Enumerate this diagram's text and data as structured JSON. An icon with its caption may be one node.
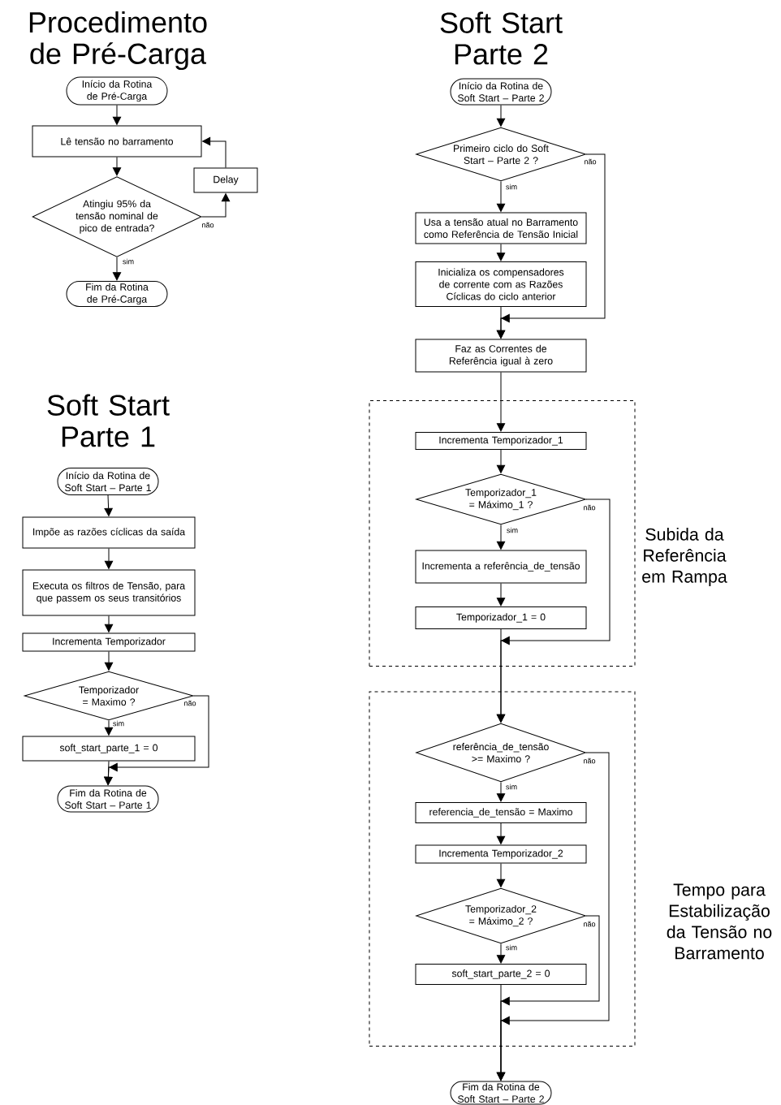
{
  "diagram": {
    "nodes": [
      {
        "text": [
          "Início da Rotina de Pré-Carga"
        ]
      },
      {
        "text": [
          "Lê tensão no barramento"
        ]
      },
      {
        "text": [
          "Delay"
        ]
      },
      {
        "text": [
          "Atingiu 95% da tensão nominal de pico de entrada?"
        ]
      },
      {
        "text": [
          "Fim da Rotina de Pré-Carga"
        ]
      },
      {
        "text": [
          "Início da Rotina de Soft Start – Parte 1"
        ]
      },
      {
        "text": [
          "Impõe as razões cíclicas da saída"
        ]
      },
      {
        "text": [
          "Executa os filtros de Tensão, para que passem os seus transitórios"
        ]
      },
      {
        "text": [
          "Incrementa Temporizador"
        ]
      },
      {
        "text": [
          "Temporizador = Maximo ?"
        ]
      },
      {
        "text": [
          "soft_start_parte_1 = 0"
        ]
      },
      {
        "text": [
          "Fim da Rotina de Soft Start – Parte 1"
        ]
      },
      {
        "text": [
          "Início da Rotina de Soft Start – Parte 2"
        ]
      },
      {
        "text": [
          "Primeiro ciclo do Soft Start – Parte 2 ?"
        ]
      },
      {
        "text": [
          "Usa a tensão atual no Barramento como Referência de Tensão Inicial"
        ]
      },
      {
        "text": [
          "Inicializa os compensadores de corrente com as Razões Cíclicas do ciclo anterior"
        ]
      },
      {
        "text": [
          "Faz as Correntes de Referência igual à zero"
        ]
      },
      {
        "text": [
          "Subida da Referência em Rampa"
        ]
      },
      {
        "text": [
          "Incrementa Temporizador_1"
        ],
        "in": 17
      },
      {
        "text": [
          "Temporizador_1 = Máximo_1 ?"
        ],
        "in": 17
      },
      {
        "text": [
          "Incrementa a referência_de_tensão"
        ],
        "in": 17
      },
      {
        "text": [
          "Temporizador_1 = 0"
        ],
        "in": 17
      },
      {
        "text": [
          "Tempo para Estabilização da Tensão no Barramento"
        ]
      },
      {
        "text": [
          "referência_de_tensão >= Maximo ?"
        ],
        "in": 22
      },
      {
        "text": [
          "referencia_de_tensão = Maximo"
        ],
        "in": 22
      },
      {
        "text": [
          "Incrementa Temporizador_2"
        ],
        "in": 22
      },
      {
        "text": [
          "Temporizador_2 = Máximo_2 ?"
        ],
        "in": 22
      },
      {
        "text": [
          "soft_start_parte_2 = 0"
        ],
        "in": 22
      },
      {
        "text": [
          "Fim da Rotina de Soft Start – Parte 2"
        ]
      }
    ],
    "edges": [
      {
        "from": 0,
        "to": 1,
        "arrow": "to"
      },
      {
        "from": 1,
        "to": 3,
        "arrow": "to"
      },
      {
        "from": 3,
        "to": 2,
        "arrow": "to",
        "label": "não"
      },
      {
        "from": 2,
        "to": 1,
        "arrow": "to"
      },
      {
        "from": 3,
        "to": 4,
        "arrow": "to",
        "label": "sim"
      },
      {
        "from": 5,
        "to": 6,
        "arrow": "to"
      },
      {
        "from": 6,
        "to": 7,
        "arrow": "to"
      },
      {
        "from": 7,
        "to": 8,
        "arrow": "to"
      },
      {
        "from": 8,
        "to": 9,
        "arrow": "to"
      },
      {
        "from": 9,
        "to": 10,
        "arrow": "to",
        "label": "sim"
      },
      {
        "from": 9,
        "to": 11,
        "arrow": "to",
        "label": "não"
      },
      {
        "from": 10,
        "to": 11,
        "arrow": "to"
      },
      {
        "from": 12,
        "to": 13,
        "arrow": "to"
      },
      {
        "from": 13,
        "to": 14,
        "arrow": "to",
        "label": "sim"
      },
      {
        "from": 14,
        "to": 15,
        "arrow": "to"
      },
      {
        "from": 13,
        "to": 16,
        "arrow": "to",
        "label": "não"
      },
      {
        "from": 15,
        "to": 16,
        "arrow": "to"
      },
      {
        "from": 16,
        "to": 18,
        "arrow": "to"
      },
      {
        "from": 18,
        "to": 19,
        "arrow": "to"
      },
      {
        "from": 19,
        "to": 20,
        "arrow": "to",
        "label": "sim"
      },
      {
        "from": 20,
        "to": 21,
        "arrow": "to"
      },
      {
        "from": 19,
        "to": 23,
        "arrow": "to",
        "label": "não"
      },
      {
        "from": 21,
        "to": 23,
        "arrow": "to"
      },
      {
        "from": 23,
        "to": 24,
        "arrow": "to",
        "label": "sim"
      },
      {
        "from": 24,
        "to": 25,
        "arrow": "to"
      },
      {
        "from": 25,
        "to": 26,
        "arrow": "to"
      },
      {
        "from": 26,
        "to": 27,
        "arrow": "to",
        "label": "sim"
      },
      {
        "from": 26,
        "to": 28,
        "arrow": "to",
        "label": "não"
      },
      {
        "from": 23,
        "to": 28,
        "arrow": "to",
        "label": "não"
      },
      {
        "from": 27,
        "to": 28,
        "arrow": "to"
      }
    ],
    "labels": [
      "Procedimento de Pré-Carga",
      "Soft Start Parte 1",
      "Soft Start Parte 2"
    ]
  }
}
